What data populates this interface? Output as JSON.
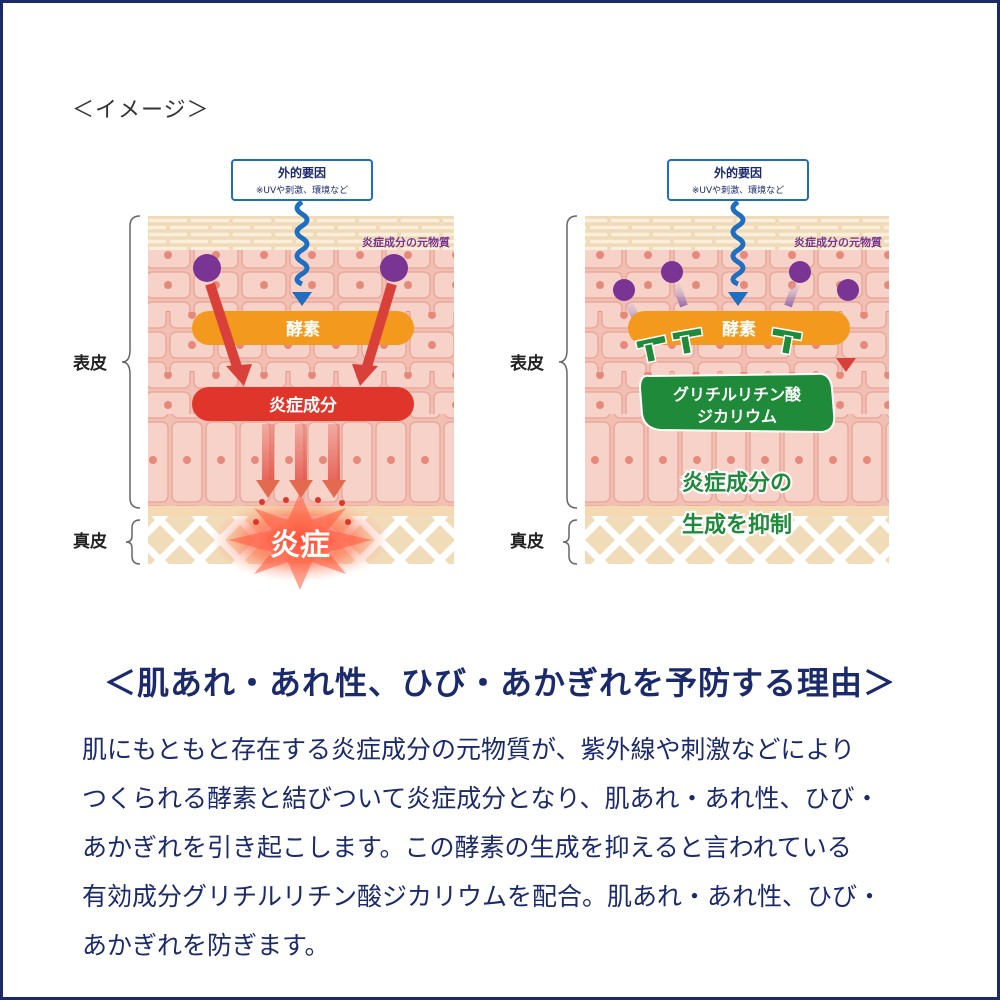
{
  "image_label": "＜イメージ＞",
  "left_panel": {
    "external_title": "外的要因",
    "external_sub": "※UVや刺激、環境など",
    "precursor_label": "炎症成分の元物質",
    "enzyme_label": "酵素",
    "inflammatory_label": "炎症成分",
    "inflammation_label": "炎症"
  },
  "right_panel": {
    "external_title": "外的要因",
    "external_sub": "※UVや刺激、環境など",
    "precursor_label": "炎症成分の元物質",
    "enzyme_label": "酵素",
    "ingredient_line1": "グリチルリチン酸",
    "ingredient_line2": "ジカリウム",
    "result_line1": "炎症成分の",
    "result_line2": "生成を抑制"
  },
  "layers": {
    "epidermis": "表皮",
    "dermis": "真皮"
  },
  "colors": {
    "navy": "#1b2a6b",
    "orange": "#f39a1e",
    "red": "#e0352b",
    "purple": "#7a3594",
    "green": "#1f8a3a",
    "blue": "#1f6fc0"
  },
  "heading": "＜肌あれ・あれ性、ひび・あかぎれを予防する理由＞",
  "body_lines": [
    "肌にもともと存在する炎症成分の元物質が、紫外線や刺激などにより",
    "つくられる酵素と結びついて炎症成分となり、肌あれ・あれ性、ひび・",
    "あかぎれを引き起こします。この酵素の生成を抑えると言われている",
    "有効成分グリチルリチン酸ジカリウムを配合。肌あれ・あれ性、ひび・",
    "あかぎれを防ぎます。"
  ]
}
